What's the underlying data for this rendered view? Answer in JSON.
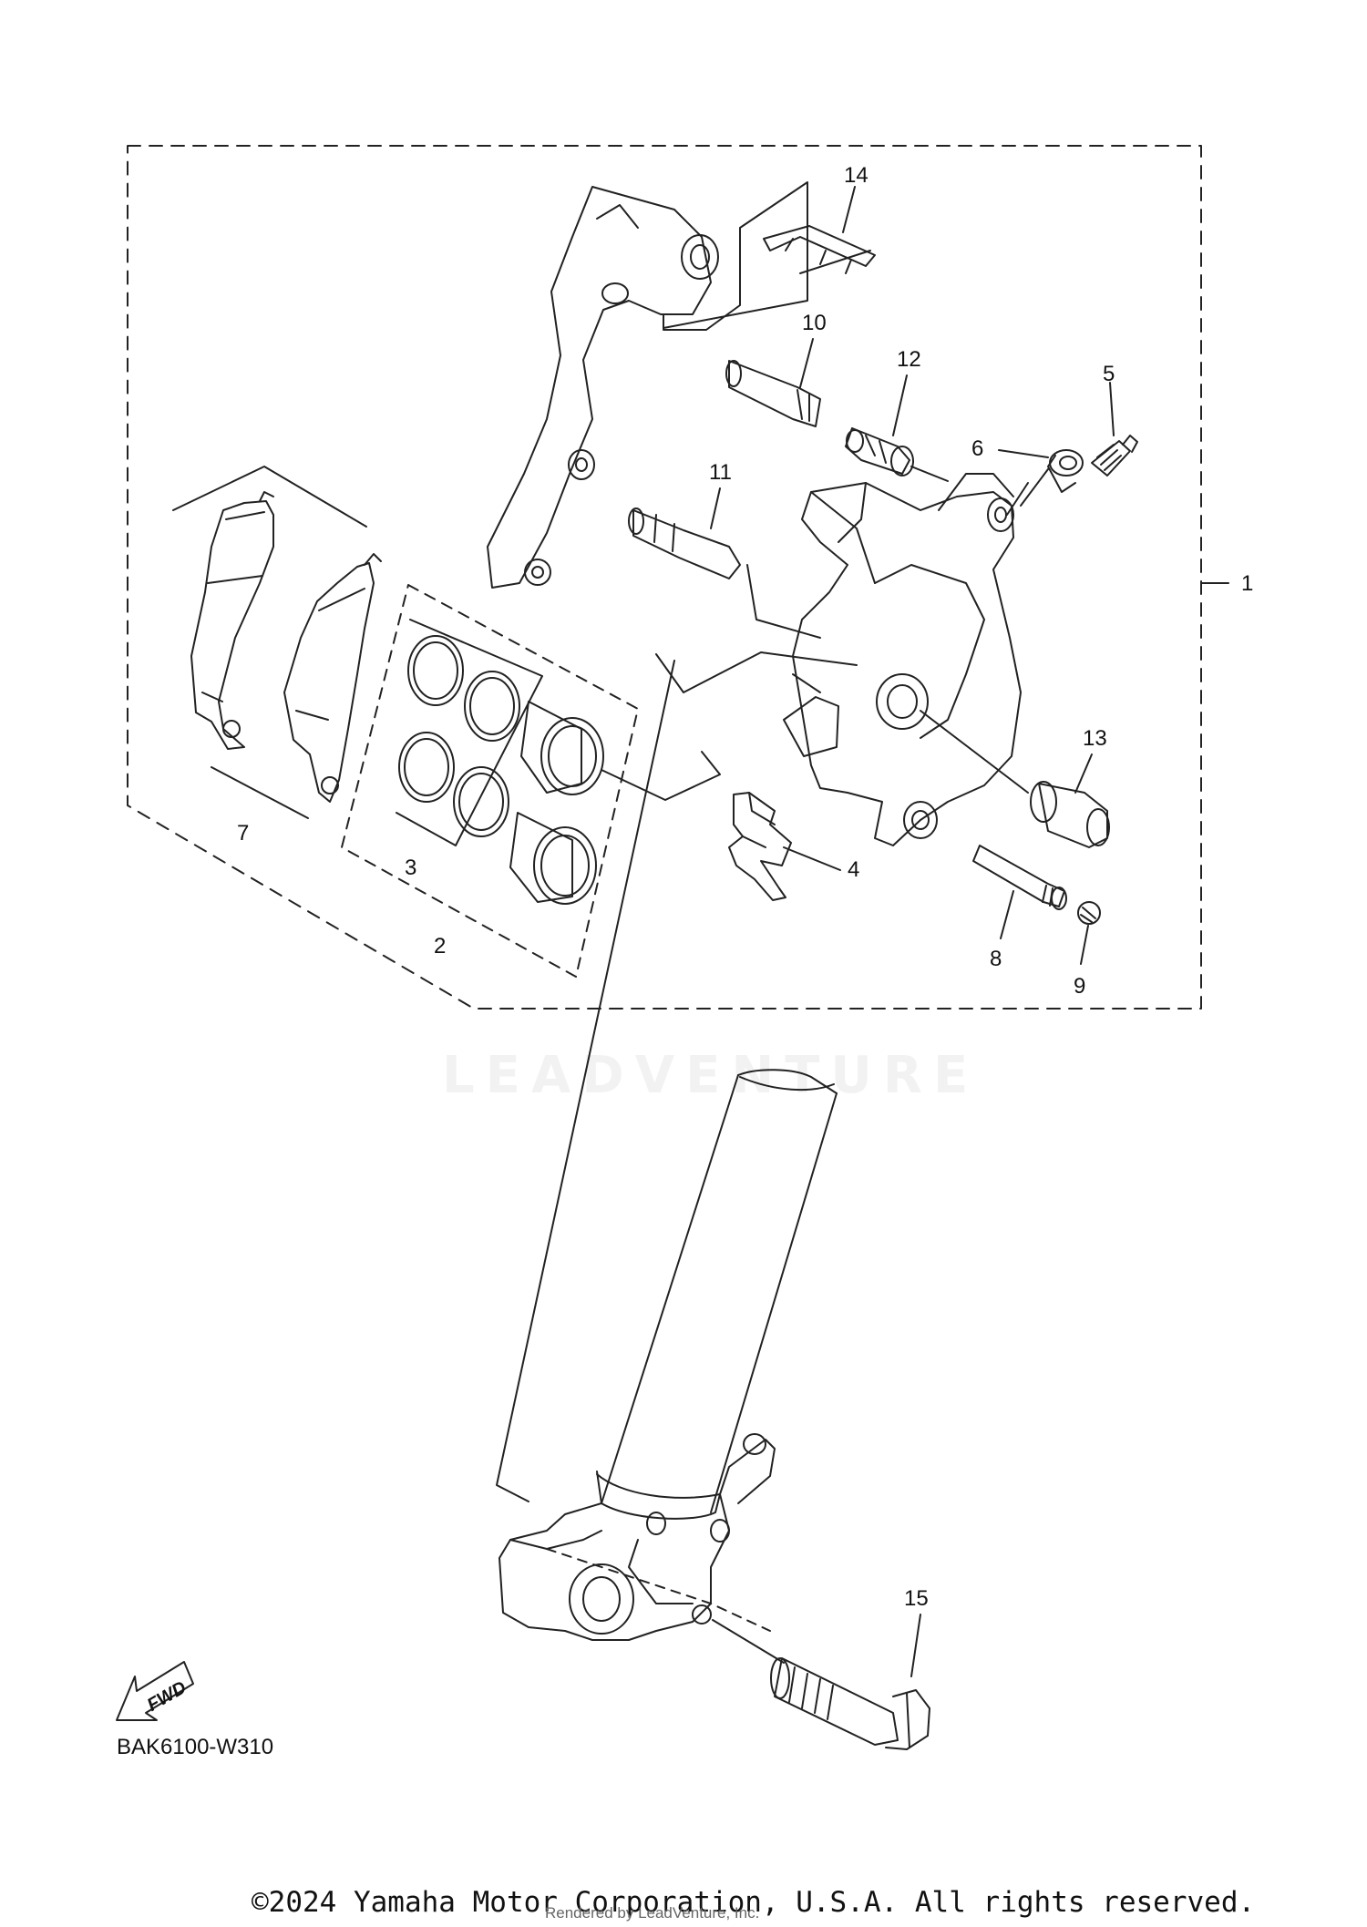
{
  "callouts": [
    "1",
    "2",
    "3",
    "4",
    "5",
    "6",
    "7",
    "8",
    "9",
    "10",
    "11",
    "12",
    "13",
    "14",
    "15"
  ],
  "fwd_label": "FWD",
  "diagram_code": "BAK6100-W310",
  "watermark_text": "LEADVENTURE",
  "copyright": "©2024 Yamaha Motor Corporation, U.S.A. All rights reserved.",
  "rendered_by": "Rendered by LeadVenture, Inc."
}
